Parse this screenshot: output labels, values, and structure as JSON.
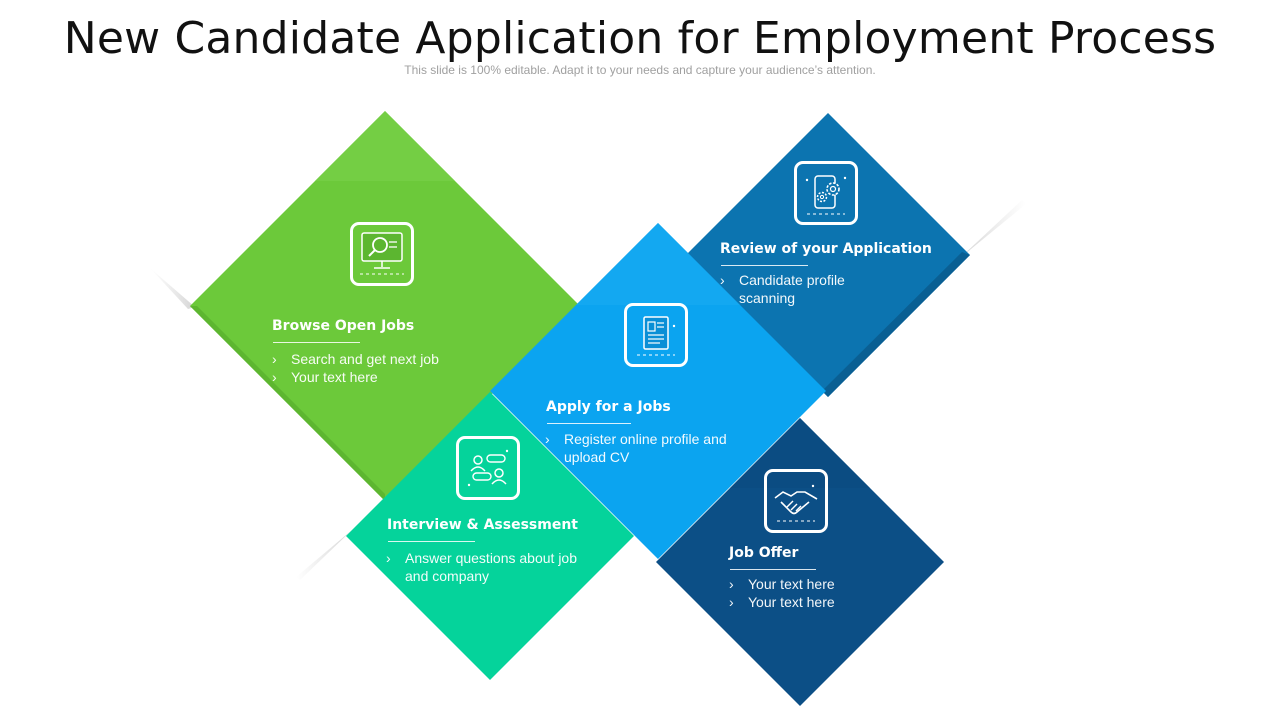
{
  "title": "New Candidate Application for Employment Process",
  "subtitle": "This slide is 100% editable. Adapt it to your needs and capture your audience’s attention.",
  "bullet_glyph": "›",
  "colors": {
    "green": "#6cc93a",
    "teal": "#05d39b",
    "light_blue": "#0ba4f0",
    "mid_blue": "#0c74b0",
    "dark_blue": "#0c4f86"
  },
  "steps": [
    {
      "title": "Browse Open Jobs",
      "icon": "monitor-search-icon",
      "bullets": [
        "Search and get next job",
        "Your text here"
      ]
    },
    {
      "title": "Interview & Assessment",
      "icon": "interview-chat-icon",
      "bullets": [
        "Answer questions about job and company"
      ]
    },
    {
      "title": "Apply for a Jobs",
      "icon": "resume-document-icon",
      "bullets": [
        "Register online profile and upload CV"
      ]
    },
    {
      "title": "Review of your Application",
      "icon": "mobile-gears-icon",
      "bullets": [
        "Candidate profile scanning"
      ]
    },
    {
      "title": "Job Offer",
      "icon": "handshake-icon",
      "bullets": [
        "Your text here",
        "Your text here"
      ]
    }
  ]
}
